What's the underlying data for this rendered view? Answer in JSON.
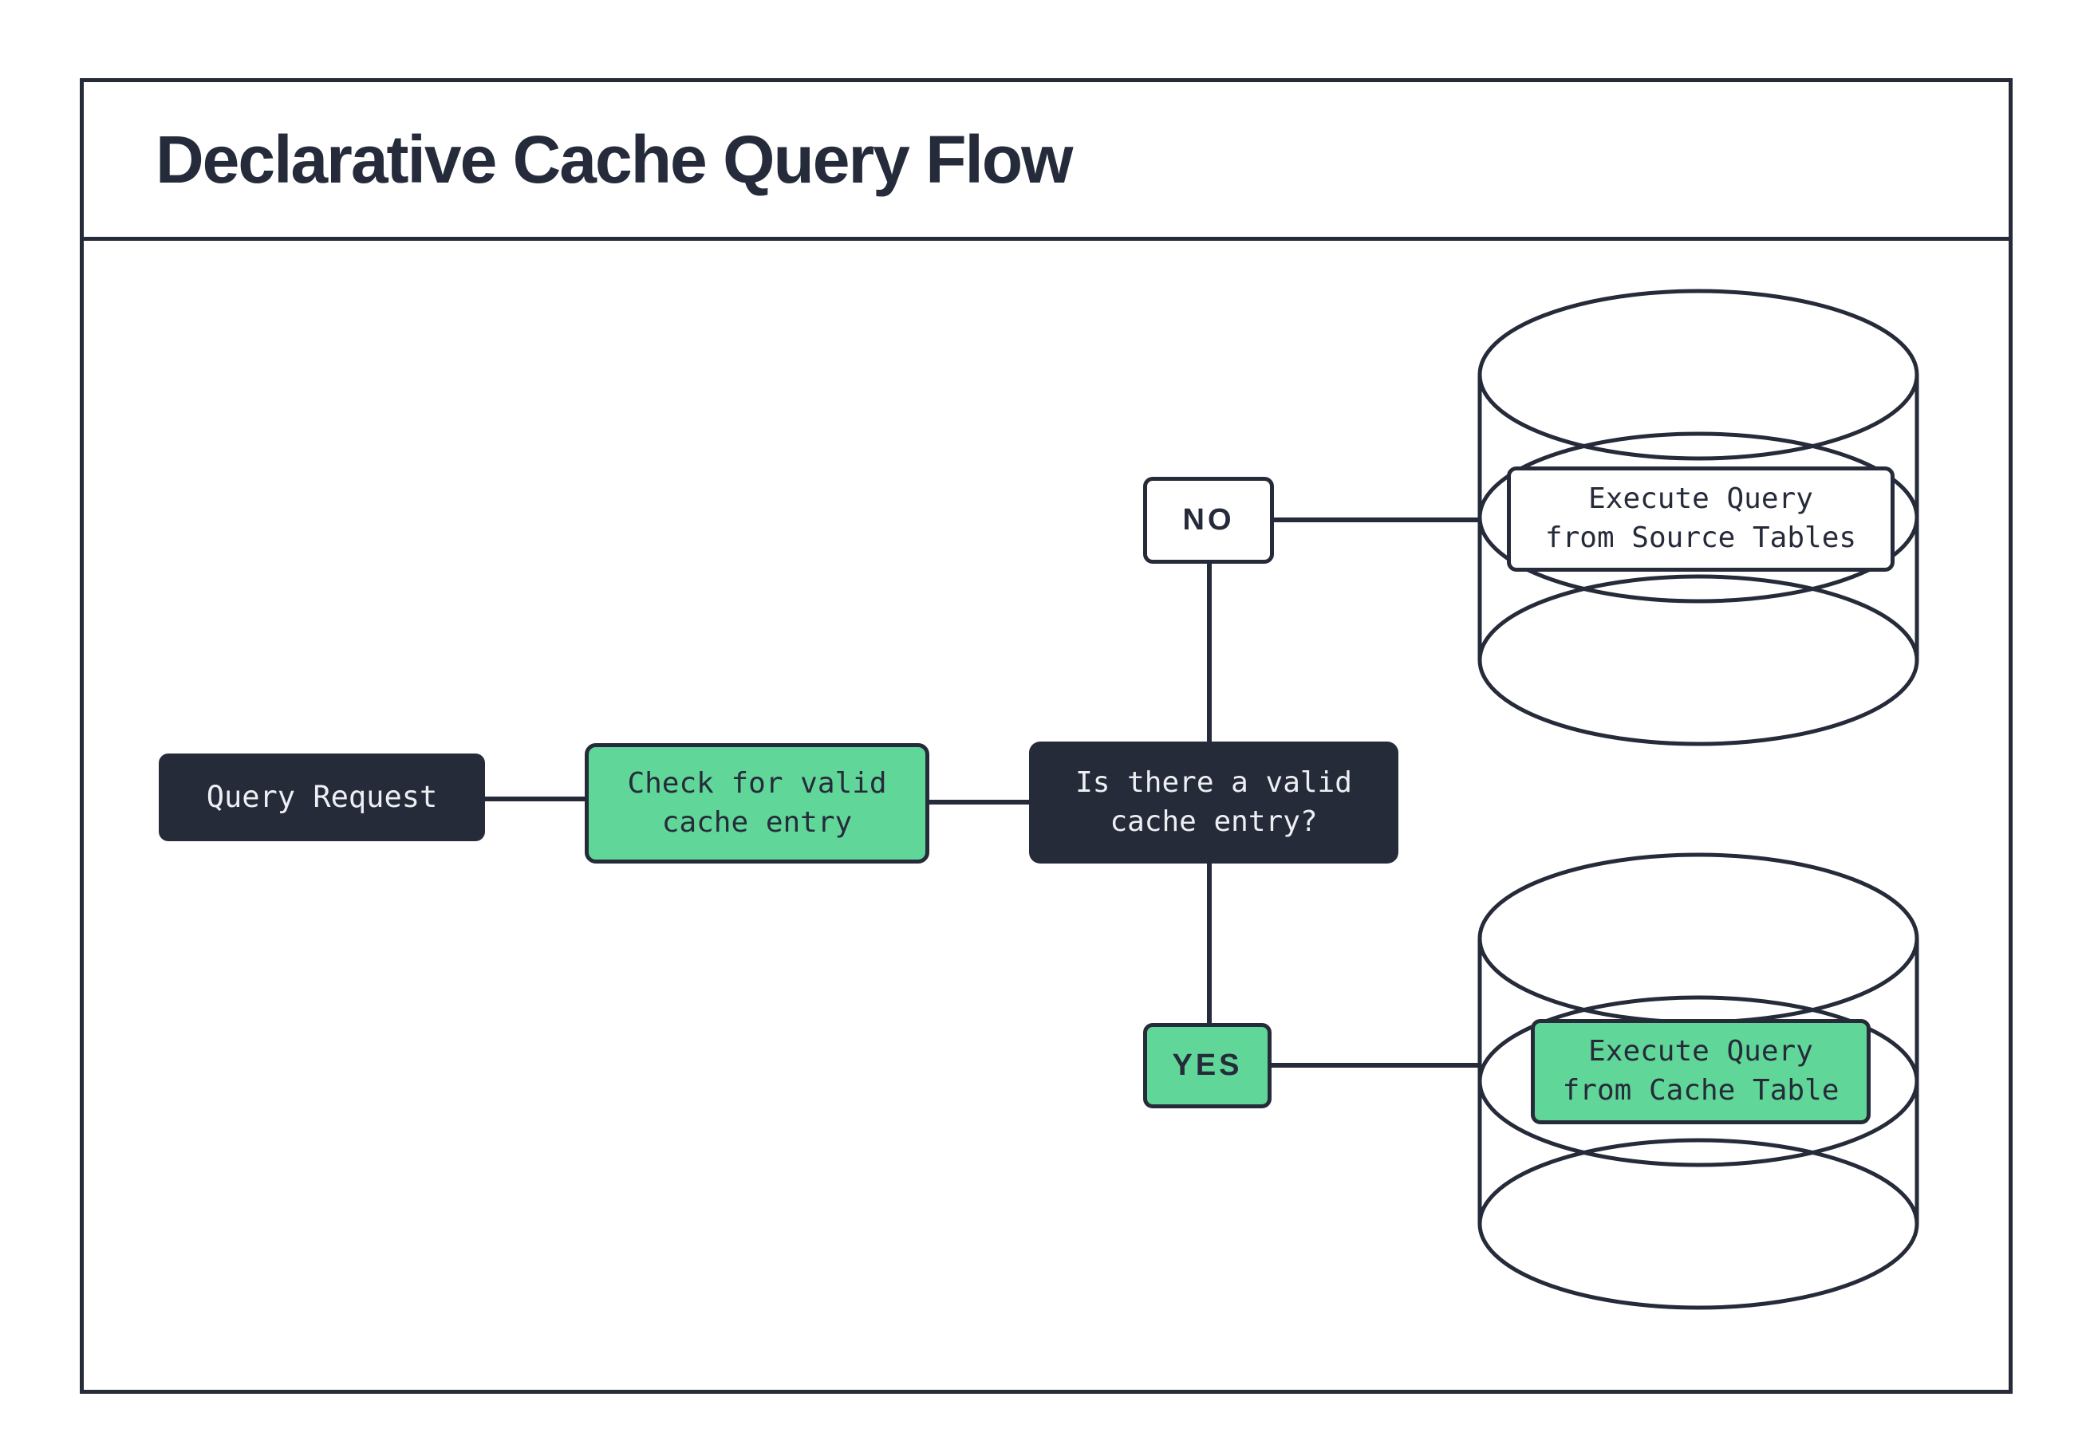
{
  "title": "Declarative Cache Query Flow",
  "colors": {
    "navy": "#262b3a",
    "green": "#61d699",
    "background": "#ffffff",
    "light_text": "#edeff2"
  },
  "icons": {
    "source_db": "database-cylinder-icon",
    "cache_db": "database-cylinder-icon"
  },
  "nodes": {
    "query_request": {
      "label": "Query Request"
    },
    "check_cache": {
      "label": "Check for valid\ncache entry"
    },
    "decision": {
      "label": "Is there a valid\ncache entry?"
    },
    "no_branch": {
      "label": "NO"
    },
    "yes_branch": {
      "label": "YES"
    },
    "execute_source": {
      "label": "Execute Query\nfrom Source Tables"
    },
    "execute_cache": {
      "label": "Execute Query\nfrom Cache Table"
    }
  }
}
